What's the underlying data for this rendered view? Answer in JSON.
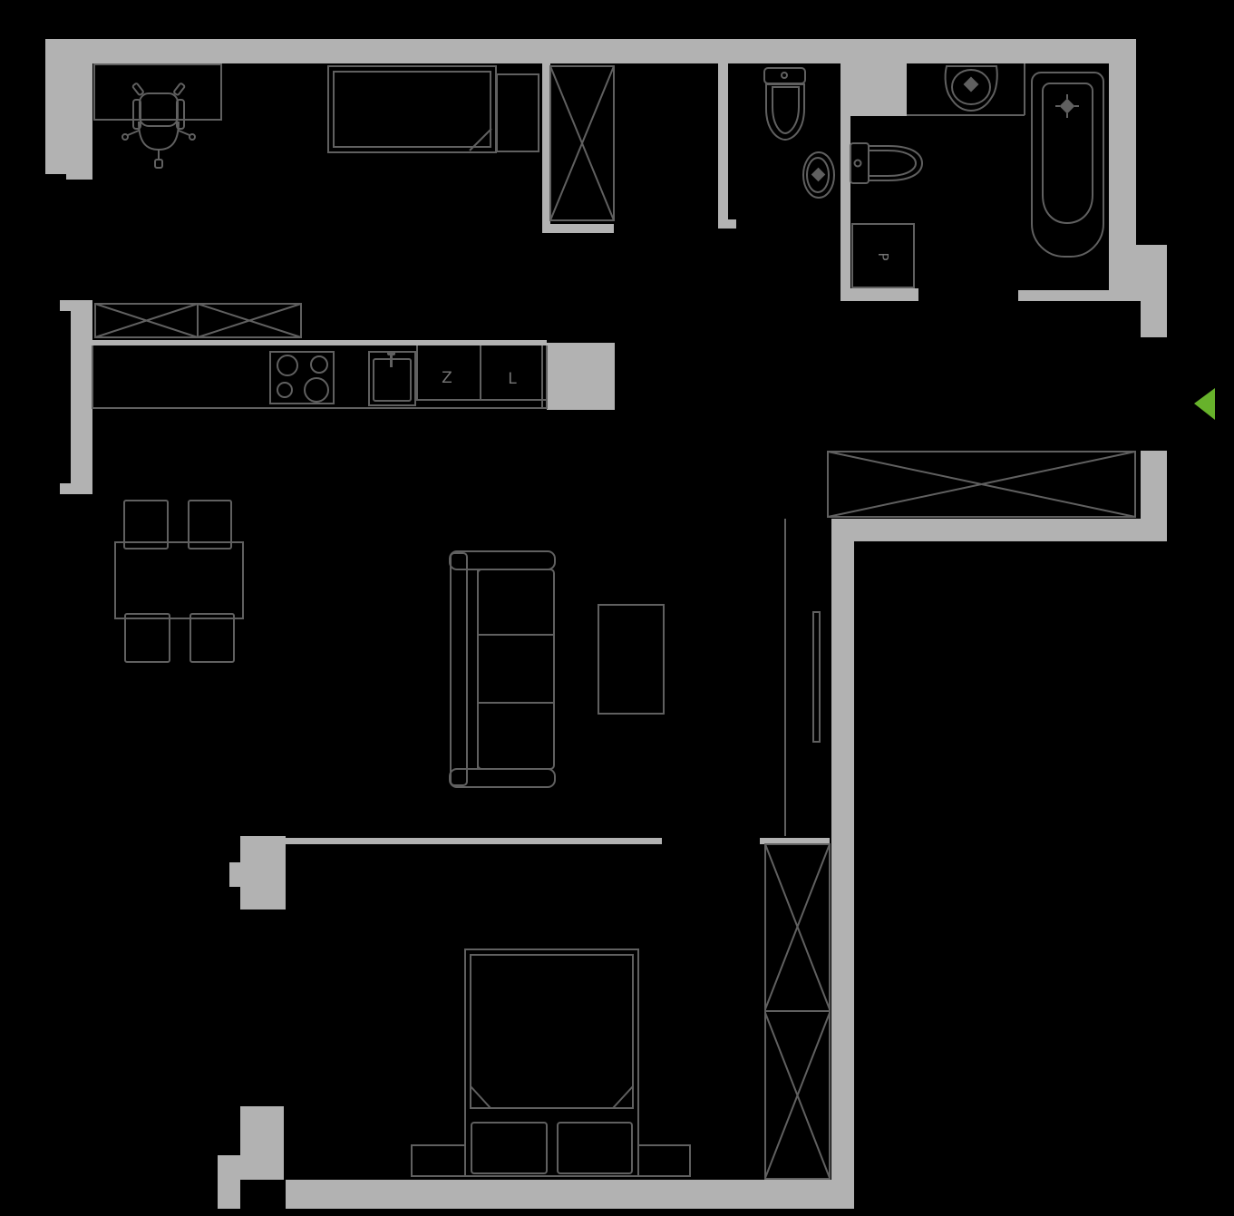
{
  "title": "apartment-floor-plan",
  "colors": {
    "background": "#000000",
    "wall": "#b2b2b2",
    "line": "#606060",
    "label": "#757575",
    "accent_green": "#67b22b"
  },
  "labels": {
    "dishwasher": "Z",
    "fridge": "L",
    "washing_machine": "P"
  },
  "entrance": {
    "marker": "green-arrow-left"
  },
  "fixtures": [
    "desk",
    "office-chair",
    "single-bed",
    "bedside-unit",
    "tall-wardrobe",
    "toilet",
    "washbasin",
    "toilet",
    "washing-machine",
    "bathroom-sink",
    "bathtub",
    "hall-wardrobe",
    "kitchen-wall-cabinets",
    "stove",
    "kitchen-sink",
    "dining-table",
    "dining-chair",
    "sofa",
    "coffee-table",
    "tv",
    "double-bed",
    "pillow",
    "nightstand",
    "bedroom-wardrobe"
  ]
}
